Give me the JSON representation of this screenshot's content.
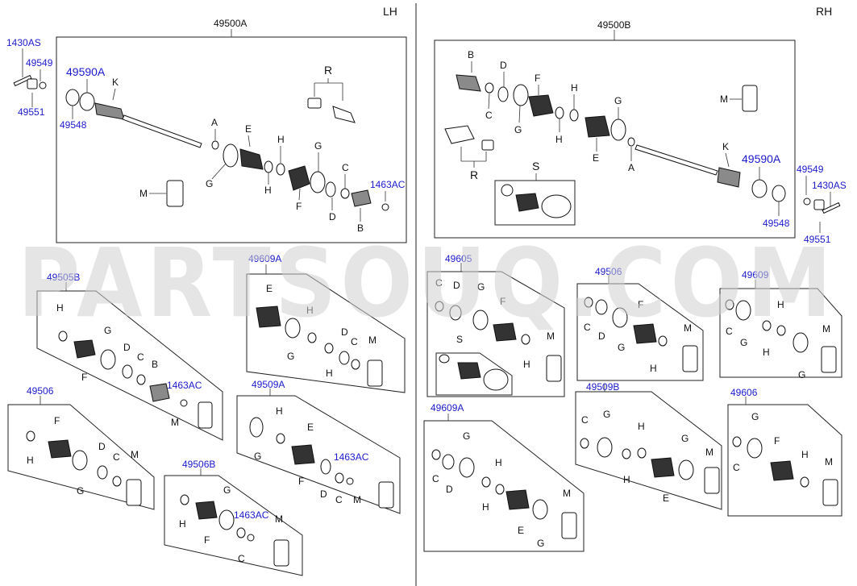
{
  "sides": {
    "left": "LH",
    "right": "RH"
  },
  "watermark": "PARTSOUQ.COM",
  "groups": {
    "lh_assembly": "49500A",
    "rh_assembly": "49500B",
    "g_49505B": "49505B",
    "g_49609A_left": "49609A",
    "g_49506_left": "49506",
    "g_49509A_left": "49509A",
    "g_49506B": "49506B",
    "g_49605": "49605",
    "g_49506_right": "49506",
    "g_49609": "49609",
    "g_49609A_right": "49609A",
    "g_49509B": "49509B",
    "g_49606": "49606"
  },
  "part_numbers": {
    "bolt": "1430AS",
    "washer": "49549",
    "nut": "49551",
    "bearing_ring": "49548",
    "tone_wheel": "49590A",
    "circlip": "1463AC"
  },
  "letters": {
    "A": "A",
    "B": "B",
    "C": "C",
    "D": "D",
    "E": "E",
    "F": "F",
    "G": "G",
    "H": "H",
    "K": "K",
    "M": "M",
    "R": "R",
    "S": "S"
  }
}
